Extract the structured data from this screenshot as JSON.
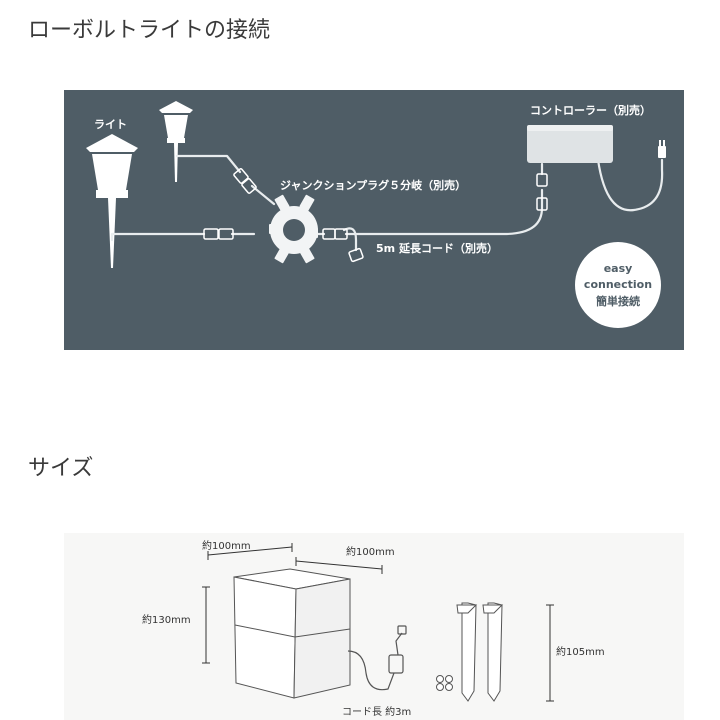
{
  "sections": {
    "connection_title": "ローボルトライトの接続",
    "size_title": "サイズ"
  },
  "connection_diagram": {
    "light_label": "ライト",
    "controller_label": "コントローラー（別売）",
    "junction_label": "ジャンクションプラグ５分岐（別売）",
    "extension_label": "5m 延長コード（別売）",
    "badge": {
      "line1": "easy",
      "line2": "connection",
      "line3": "簡単接続"
    }
  },
  "size_diagram": {
    "cube_width": "約100mm",
    "cube_depth": "約100mm",
    "cube_height": "約130mm",
    "cord_length": "コード長 約3m",
    "stake_height": "約105mm"
  },
  "colors": {
    "diagram_bg": "#4f5d66",
    "diagram_line": "#e8ecee",
    "text_heading": "#3a3a3a"
  }
}
